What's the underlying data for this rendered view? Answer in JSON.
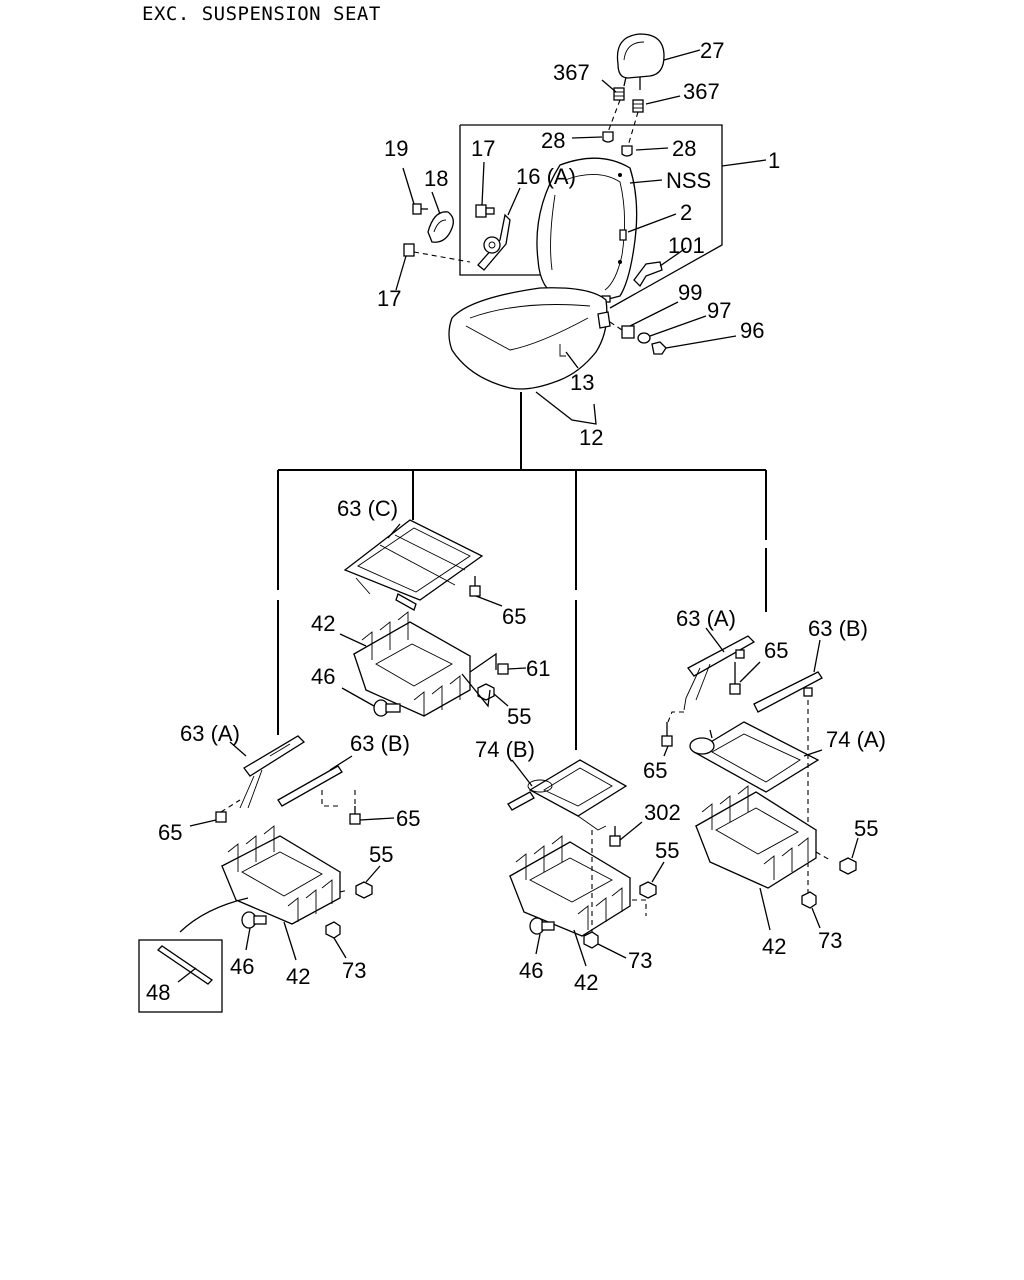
{
  "title": "EXC. SUSPENSION SEAT",
  "callouts": {
    "c27": "27",
    "c367a": "367",
    "c367b": "367",
    "c28a": "28",
    "c28b": "28",
    "c1": "1",
    "c19": "19",
    "c18": "18",
    "c17a": "17",
    "c16a": "16 (A)",
    "cnss": "NSS",
    "c2": "2",
    "c101": "101",
    "c17b": "17",
    "c99": "99",
    "c97": "97",
    "c96": "96",
    "c13": "13",
    "c12": "12",
    "c63c": "63 (C)",
    "c65a": "65",
    "c42a": "42",
    "c61": "61",
    "c46a": "46",
    "c55a": "55",
    "c63a_l": "63 (A)",
    "c63b_l": "63 (B)",
    "c65b": "65",
    "c65c": "65",
    "c55b": "55",
    "c46b": "46",
    "c42b": "42",
    "c73a": "73",
    "c48": "48",
    "c74b": "74 (B)",
    "c302": "302",
    "c55c": "55",
    "c46c": "46",
    "c42c": "42",
    "c73b": "73",
    "c63a_r": "63 (A)",
    "c65d": "65",
    "c63b_r": "63 (B)",
    "c65e": "65",
    "c74a": "74 (A)",
    "c55d": "55",
    "c42d": "42",
    "c73c": "73"
  }
}
